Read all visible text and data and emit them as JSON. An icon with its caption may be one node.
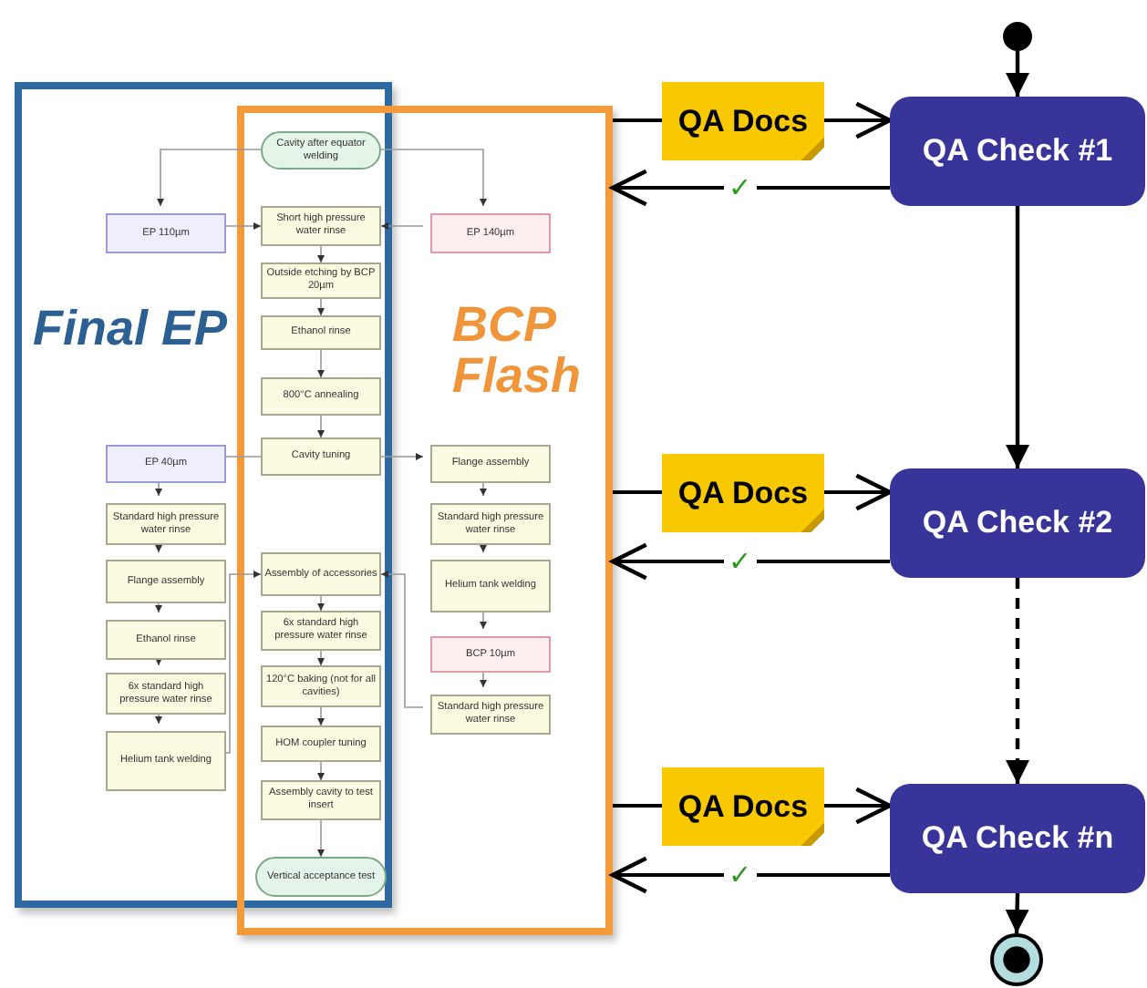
{
  "diagram": {
    "nodes": [
      {
        "text": [
          "Final EP"
        ]
      },
      {
        "text": [
          "BCP Flash"
        ]
      },
      {
        "text": [
          "Cavity after equator welding"
        ]
      },
      {
        "text": [
          "EP 110µm"
        ],
        "in": 0
      },
      {
        "text": [
          "Short high pressure water rinse"
        ]
      },
      {
        "text": [
          "EP 140µm"
        ],
        "in": 1
      },
      {
        "text": [
          "Outside etching by BCP 20µm"
        ]
      },
      {
        "text": [
          "Ethanol rinse"
        ]
      },
      {
        "text": [
          "800°C annealing"
        ]
      },
      {
        "text": [
          "EP 40µm"
        ],
        "in": 0
      },
      {
        "text": [
          "Cavity tuning"
        ]
      },
      {
        "text": [
          "Flange assembly"
        ],
        "in": 1
      },
      {
        "text": [
          "Standard high pressure water rinse"
        ],
        "in": 0
      },
      {
        "text": [
          "Standard high pressure water rinse"
        ],
        "in": 1
      },
      {
        "text": [
          "Flange assembly"
        ],
        "in": 0
      },
      {
        "text": [
          "Assembly of accessories"
        ]
      },
      {
        "text": [
          "Helium tank welding"
        ],
        "in": 1
      },
      {
        "text": [
          "Ethanol rinse"
        ],
        "in": 0
      },
      {
        "text": [
          "6x standard high pressure water rinse"
        ]
      },
      {
        "text": [
          "BCP 10µm"
        ],
        "in": 1
      },
      {
        "text": [
          "6x standard high pressure water rinse"
        ],
        "in": 0
      },
      {
        "text": [
          "120°C baking (not for all cavities)"
        ]
      },
      {
        "text": [
          "Standard high pressure water rinse"
        ],
        "in": 1
      },
      {
        "text": [
          "Helium tank welding"
        ],
        "in": 0
      },
      {
        "text": [
          "HOM coupler tuning"
        ]
      },
      {
        "text": [
          "Assembly cavity to test insert"
        ]
      },
      {
        "text": [
          "Vertical acceptance test"
        ]
      },
      {
        "text": [],
        "shape": "circle"
      },
      {
        "text": [
          "QA Check #1"
        ]
      },
      {
        "text": [
          "QA Check #2"
        ]
      },
      {
        "text": [
          "QA Check #n"
        ]
      },
      {
        "text": [],
        "shape": "circle"
      }
    ],
    "edges": [
      {
        "from": 2,
        "to": 3,
        "arrow": "to"
      },
      {
        "from": 2,
        "to": 5,
        "arrow": "to"
      },
      {
        "from": 3,
        "to": 4,
        "arrow": "to"
      },
      {
        "from": 5,
        "to": 4,
        "arrow": "to"
      },
      {
        "from": 4,
        "to": 6,
        "arrow": "to"
      },
      {
        "from": 6,
        "to": 7,
        "arrow": "to"
      },
      {
        "from": 7,
        "to": 8,
        "arrow": "to"
      },
      {
        "from": 8,
        "to": 10,
        "arrow": "to"
      },
      {
        "from": 10,
        "to": 9,
        "arrow": "to"
      },
      {
        "from": 10,
        "to": 11,
        "arrow": "to"
      },
      {
        "from": 9,
        "to": 12,
        "arrow": "to"
      },
      {
        "from": 12,
        "to": 14,
        "arrow": "to"
      },
      {
        "from": 14,
        "to": 17,
        "arrow": "to"
      },
      {
        "from": 17,
        "to": 20,
        "arrow": "to"
      },
      {
        "from": 20,
        "to": 23,
        "arrow": "to"
      },
      {
        "from": 23,
        "to": 15,
        "arrow": "to"
      },
      {
        "from": 11,
        "to": 13,
        "arrow": "to"
      },
      {
        "from": 13,
        "to": 16,
        "arrow": "to"
      },
      {
        "from": 16,
        "to": 19,
        "arrow": "to"
      },
      {
        "from": 19,
        "to": 22,
        "arrow": "to"
      },
      {
        "from": 22,
        "to": 15,
        "arrow": "to"
      },
      {
        "from": 15,
        "to": 18,
        "arrow": "to"
      },
      {
        "from": 18,
        "to": 21,
        "arrow": "to"
      },
      {
        "from": 21,
        "to": 24,
        "arrow": "to"
      },
      {
        "from": 24,
        "to": 25,
        "arrow": "to"
      },
      {
        "from": 25,
        "to": 26,
        "arrow": "to"
      },
      {
        "from": 27,
        "to": 28,
        "arrow": "to",
        "color": "#000000"
      },
      {
        "from": 28,
        "to": 29,
        "arrow": "to",
        "color": "#000000"
      },
      {
        "from": 29,
        "to": 30,
        "arrow": "to",
        "style": "dashed",
        "color": "#000000"
      },
      {
        "from": 30,
        "to": 31,
        "arrow": "to",
        "color": "#000000"
      },
      {
        "from": 1,
        "to": 28,
        "arrow": "to",
        "label": "QA Docs",
        "color": "#000000"
      },
      {
        "from": 28,
        "to": 1,
        "arrow": "to",
        "label": "✓",
        "color": "#000000"
      },
      {
        "from": 1,
        "to": 29,
        "arrow": "to",
        "label": "QA Docs",
        "color": "#000000"
      },
      {
        "from": 29,
        "to": 1,
        "arrow": "to",
        "label": "✓",
        "color": "#000000"
      },
      {
        "from": 1,
        "to": 30,
        "arrow": "to",
        "label": "QA Docs",
        "color": "#000000"
      },
      {
        "from": 30,
        "to": 1,
        "arrow": "to",
        "label": "✓",
        "color": "#000000"
      }
    ]
  }
}
